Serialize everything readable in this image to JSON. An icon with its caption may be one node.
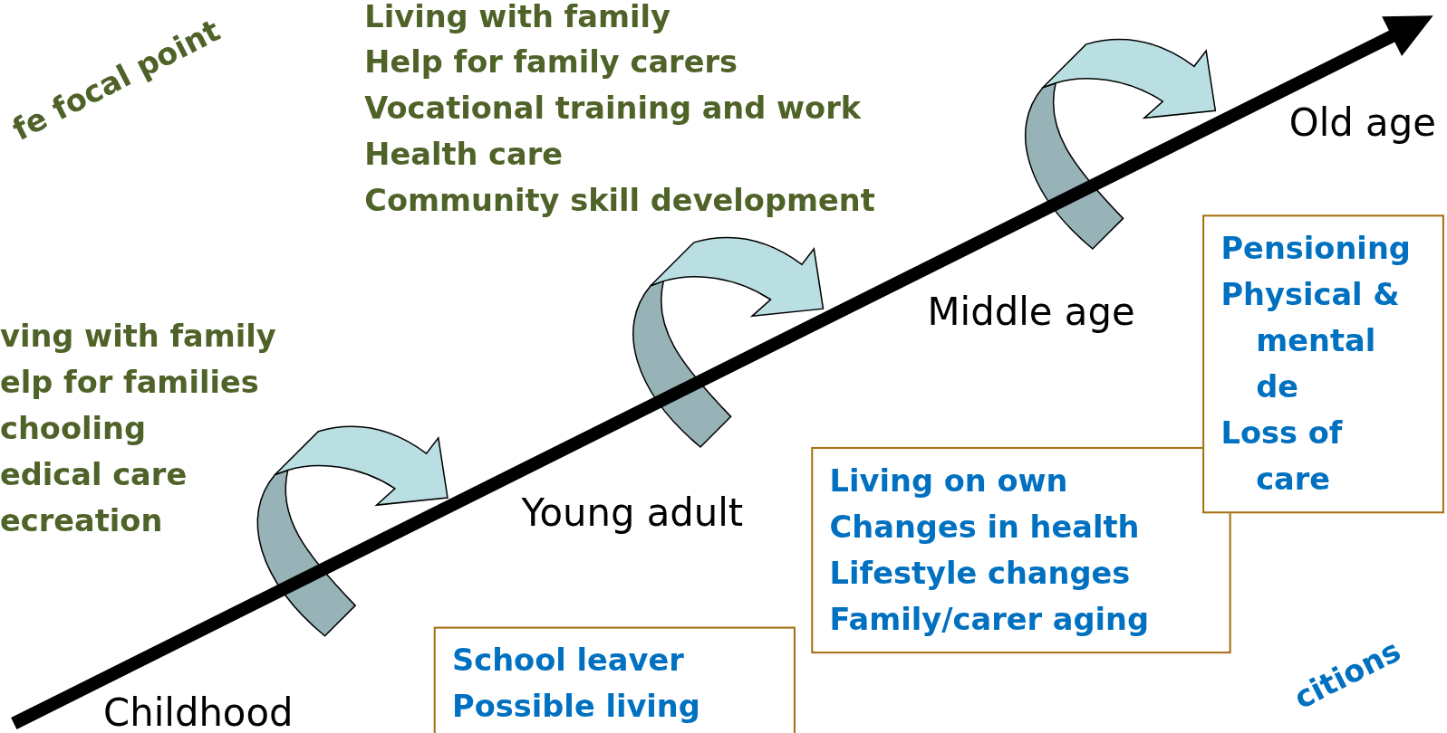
{
  "diagram": {
    "nodes": [
      {
        "text": [
          "School leaver",
          "Possible living"
        ]
      },
      {
        "text": [
          "Living on own",
          "Changes in health",
          "Lifestyle changes",
          "Family/carer aging"
        ]
      },
      {
        "text": [
          "Pensioning",
          "Physical & mental de",
          "Loss of care"
        ]
      }
    ],
    "labels": [
      "fe focal point",
      "Living with family",
      "Help for family carers",
      "Vocational training and work",
      "Health care",
      "Community skill development",
      "ving with family",
      "elp for families",
      "chooling",
      "edical care",
      "ecreation",
      "Old age",
      "Middle age",
      "Young adult",
      "Childhood",
      "citions"
    ]
  }
}
